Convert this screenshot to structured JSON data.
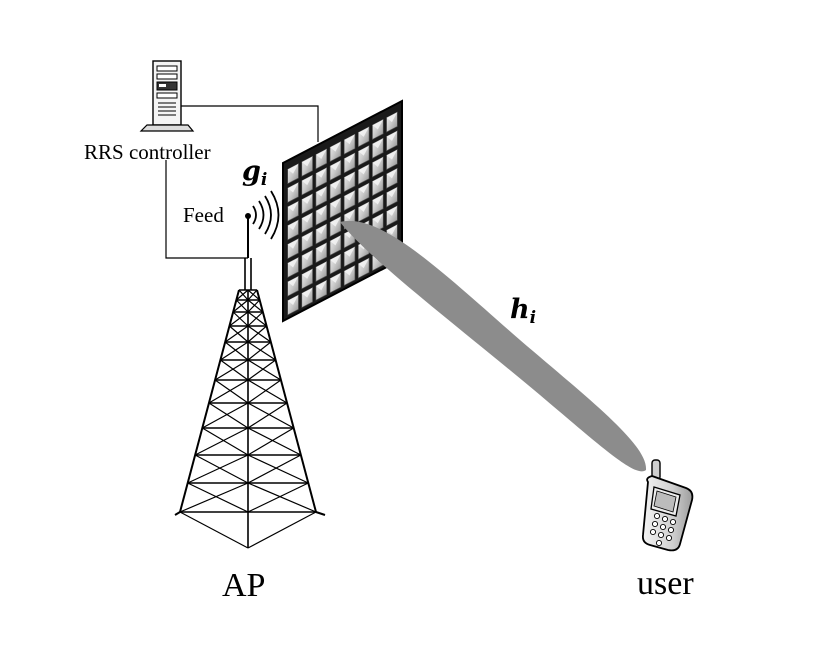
{
  "labels": {
    "controller": "RRS controller",
    "feed": "Feed",
    "channel_g": "g",
    "channel_g_sub": "i",
    "channel_h": "h",
    "channel_h_sub": "i",
    "ap": "AP",
    "user": "user"
  },
  "icons": {
    "controller": "server-tower-icon",
    "feed": "wireless-signal-icon",
    "surface": "reflecting-surface-grid",
    "ap": "lattice-tower-icon",
    "user": "mobile-phone-icon"
  },
  "colors": {
    "beam": "#8c8c8c",
    "surface_frame": "#1a1a1a",
    "tile_light": "#d8d8d8",
    "tile_dark": "#9a9a9a",
    "line": "#000000"
  },
  "surface": {
    "rows": 8,
    "cols": 8
  }
}
